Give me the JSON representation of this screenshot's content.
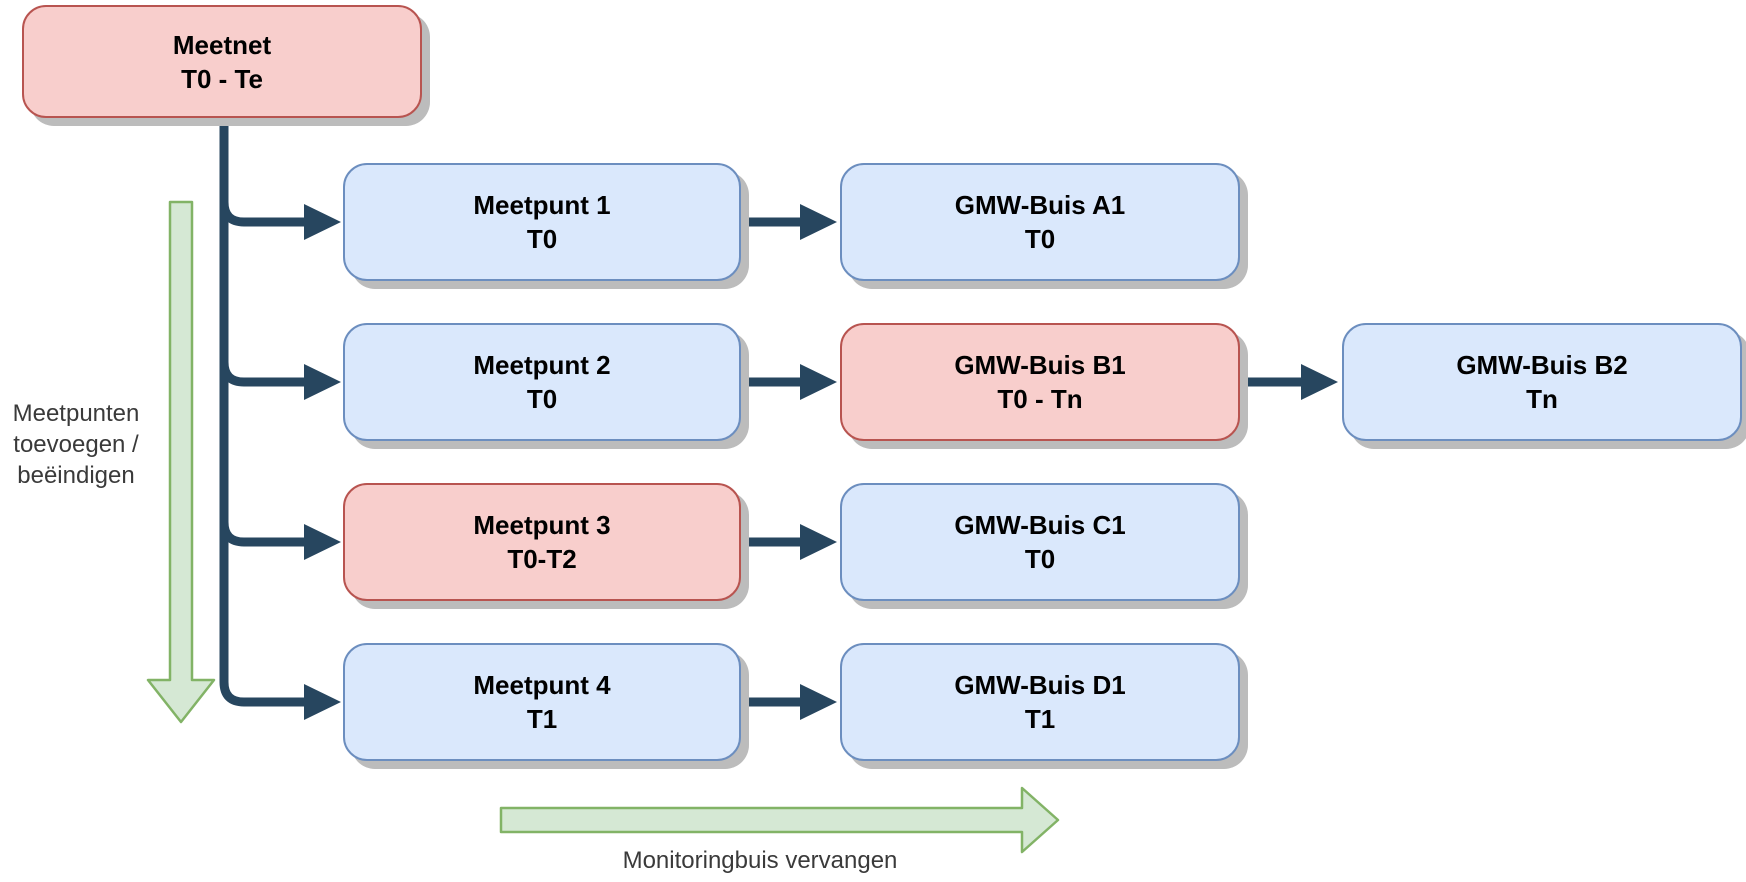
{
  "diagram": {
    "nodes": {
      "meetnet": {
        "title": "Meetnet",
        "period": "T0 - Te",
        "variant": "red"
      },
      "meetpunt1": {
        "title": "Meetpunt 1",
        "period": "T0",
        "variant": "blue"
      },
      "meetpunt2": {
        "title": "Meetpunt 2",
        "period": "T0",
        "variant": "blue"
      },
      "meetpunt3": {
        "title": "Meetpunt 3",
        "period": "T0-T2",
        "variant": "red"
      },
      "meetpunt4": {
        "title": "Meetpunt 4",
        "period": "T1",
        "variant": "blue"
      },
      "gmw_a1": {
        "title": "GMW-Buis A1",
        "period": "T0",
        "variant": "blue"
      },
      "gmw_b1": {
        "title": "GMW-Buis B1",
        "period": "T0 - Tn",
        "variant": "red"
      },
      "gmw_b2": {
        "title": "GMW-Buis B2",
        "period": "Tn",
        "variant": "blue"
      },
      "gmw_c1": {
        "title": "GMW-Buis C1",
        "period": "T0",
        "variant": "blue"
      },
      "gmw_d1": {
        "title": "GMW-Buis D1",
        "period": "T1",
        "variant": "blue"
      }
    },
    "annotations": {
      "vertical_arrow_label": "Meetpunten toevoegen / beëindigen",
      "horizontal_arrow_label": "Monitoringbuis vervangen"
    },
    "colors": {
      "node-blue-fill": "#dae8fc",
      "node-blue-stroke": "#6c8ebf",
      "node-red-fill": "#f8cecc",
      "node-red-stroke": "#b85450",
      "green-arrow-fill": "#d5e8d4",
      "green-arrow-stroke": "#82b366",
      "connector": "#27465f",
      "shadow": "#bcbcbc",
      "label-text": "#3a3a3a"
    }
  }
}
